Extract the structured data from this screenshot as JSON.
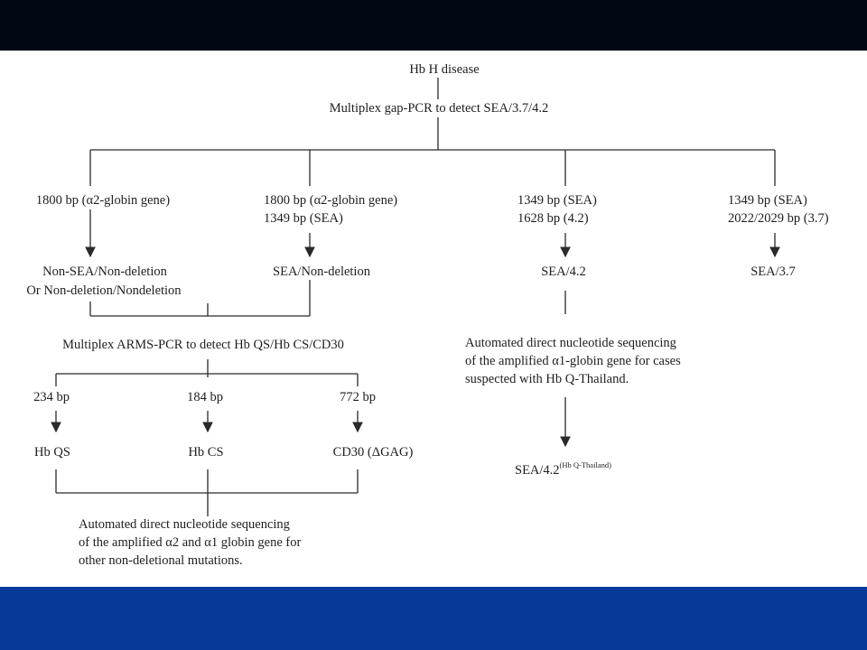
{
  "colors": {
    "top_bar": "#020714",
    "bottom_bar": "#07399b",
    "line": "#2a2a2a",
    "text": "#1e1e1e"
  },
  "diagram": {
    "root": "Hb H disease",
    "step1": "Multiplex gap-PCR to detect SEA/3.7/4.2",
    "branches": [
      {
        "lines": [
          "1800 bp (α2-globin gene)"
        ],
        "result_lines": [
          "Non-SEA/Non-deletion",
          "Or Non-deletion/Nondeletion"
        ]
      },
      {
        "lines": [
          "1800 bp (α2-globin gene)",
          "1349 bp (SEA)"
        ],
        "result_lines": [
          "SEA/Non-deletion"
        ]
      },
      {
        "lines": [
          "1349 bp (SEA)",
          "1628 bp (4.2)"
        ],
        "result_lines": [
          "SEA/4.2"
        ]
      },
      {
        "lines": [
          "1349 bp (SEA)",
          "2022/2029 bp (3.7)"
        ],
        "result_lines": [
          "SEA/3.7"
        ]
      }
    ],
    "arms_step": "Multiplex ARMS-PCR to detect Hb QS/Hb CS/CD30",
    "arms_branches": [
      {
        "size": "234 bp",
        "result": "Hb QS"
      },
      {
        "size": "184 bp",
        "result": "Hb CS"
      },
      {
        "size": "772 bp",
        "result": "CD30 (ΔGAG)"
      }
    ],
    "sequencing_left": [
      "Automated direct nucleotide sequencing",
      "of the amplified α2 and α1 globin gene for",
      "other non-deletional mutations."
    ],
    "sequencing_right": [
      "Automated direct nucleotide sequencing",
      "of the amplified α1-globin gene for cases",
      "suspected with Hb Q-Thailand."
    ],
    "final_result": "SEA/4.2",
    "final_result_sup": "(Hb Q-Thailand)"
  }
}
